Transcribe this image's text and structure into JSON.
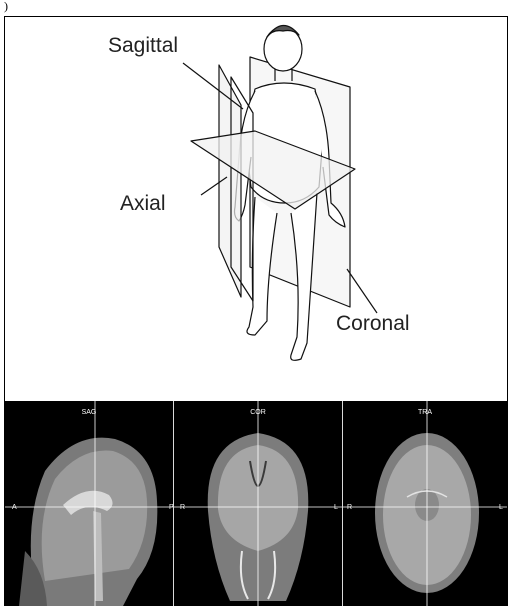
{
  "corner_mark": ")",
  "diagram": {
    "labels": {
      "sagittal": "Sagittal",
      "axial": "Axial",
      "coronal": "Coronal"
    }
  },
  "mri_panels": [
    {
      "title": "SAG",
      "left_label": "A",
      "right_label": "P"
    },
    {
      "title": "COR",
      "left_label": "R",
      "right_label": "L"
    },
    {
      "title": "TRA",
      "left_label": "R",
      "right_label": "L"
    }
  ]
}
